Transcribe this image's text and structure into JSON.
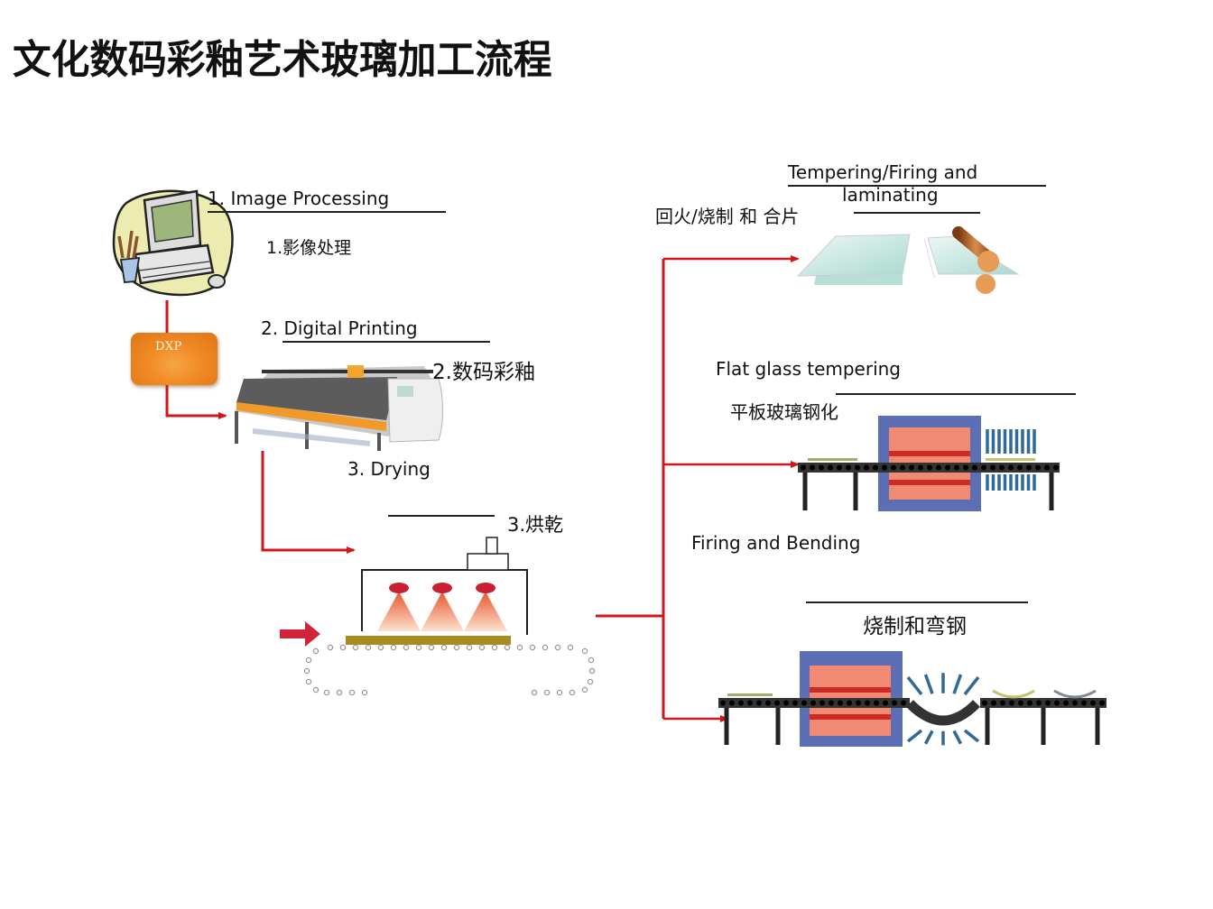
{
  "title": "文化数码彩釉艺术玻璃加工流程",
  "steps": {
    "image_processing": {
      "en": "1. Image Processing",
      "zh": "1.影像处理",
      "icon": "computer-icon"
    },
    "dxp": {
      "label": "DXP"
    },
    "digital_printing": {
      "en": "2. Digital Printing",
      "zh": "2.数码彩釉",
      "icon": "flatbed-printer-icon"
    },
    "drying": {
      "en": "3. Drying",
      "zh": "3.烘乾",
      "icon": "drying-oven-icon"
    }
  },
  "branches": {
    "tempering_laminating": {
      "en_line1": "Tempering/Firing and",
      "en_line2": "laminating",
      "zh": "回火/烧制 和 合片",
      "icon": "glass-laminating-icon"
    },
    "flat_glass_tempering": {
      "en": "Flat glass tempering",
      "zh": "平板玻璃钢化",
      "icon": "tempering-furnace-icon"
    },
    "firing_bending": {
      "en": "Firing and Bending",
      "zh": "烧制和弯钢",
      "icon": "bending-furnace-icon"
    }
  },
  "colors": {
    "arrow": "#d0161b",
    "furnace_outer": "#5c6fb4",
    "furnace_inner": "#f08a72",
    "heater": "#cc2a24",
    "dxp": "#f08a25",
    "quench": "#2f6a99"
  }
}
